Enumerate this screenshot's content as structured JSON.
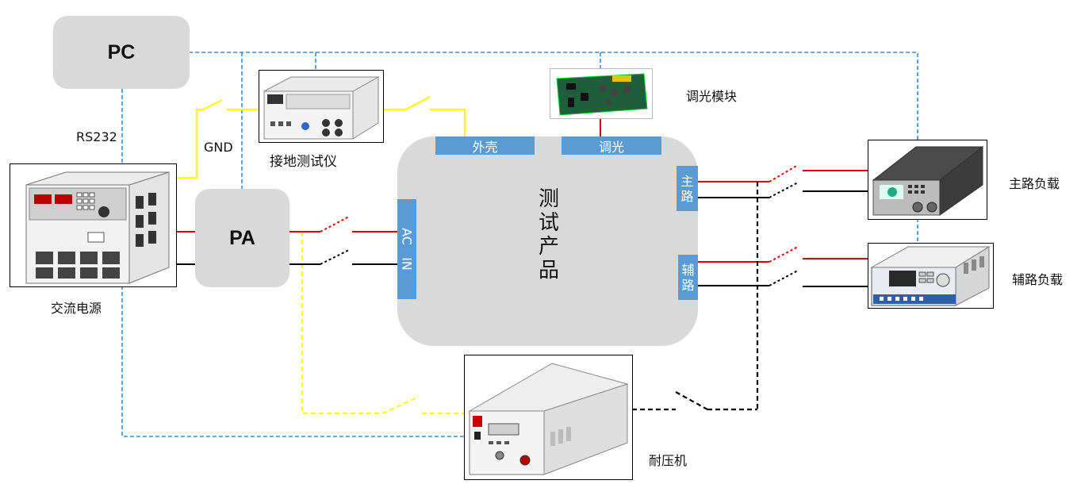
{
  "pc": {
    "label": "PC"
  },
  "pa": {
    "label": "PA"
  },
  "labels": {
    "rs232": "RS232",
    "gnd": "GND",
    "ground_tester": "接地测试仪",
    "ac_source": "交流电源",
    "dimming_module": "调光模块",
    "main_load": "主路负载",
    "aux_load": "辅路负载",
    "hipot": "耐压机"
  },
  "dut": {
    "title": "测试产品",
    "tab_shell": "外壳",
    "tab_dimming": "调光",
    "tab_ac_in_1": "AC",
    "tab_ac_in_2": "IN",
    "tab_main_1": "主",
    "tab_main_2": "路",
    "tab_aux_1": "辅",
    "tab_aux_2": "路"
  },
  "colors": {
    "box_fill": "#d9d9d9",
    "tab_fill": "#5b9bd5",
    "comm_line": "#2e8fe8",
    "live_wire": "#e00000",
    "neutral_wire": "#000000",
    "ground_wire": "#ffff00"
  }
}
